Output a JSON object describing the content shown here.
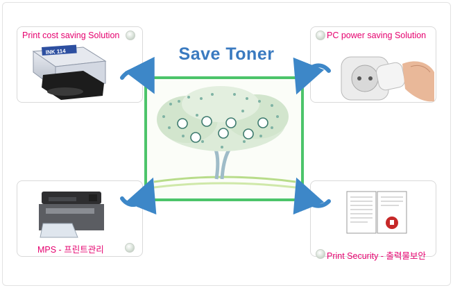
{
  "title": "Save Toner",
  "cards": {
    "top_left": {
      "label": "Print cost saving Solution",
      "box_text": "INK 114"
    },
    "top_right": {
      "label": "PC power saving Solution"
    },
    "bottom_left": {
      "label": "MPS - 프린트관리"
    },
    "bottom_right": {
      "label": "Print Security - 출력물보안"
    }
  },
  "icons": [
    "toner-cartridge-icon",
    "power-plug-icon",
    "printer-icon",
    "security-document-icon",
    "tree-illustration"
  ],
  "colors": {
    "accent_pink": "#e5006e",
    "title_blue": "#3a7ac0",
    "frame_green": "#4cc46a",
    "arrow_blue": "#3d87c8"
  }
}
